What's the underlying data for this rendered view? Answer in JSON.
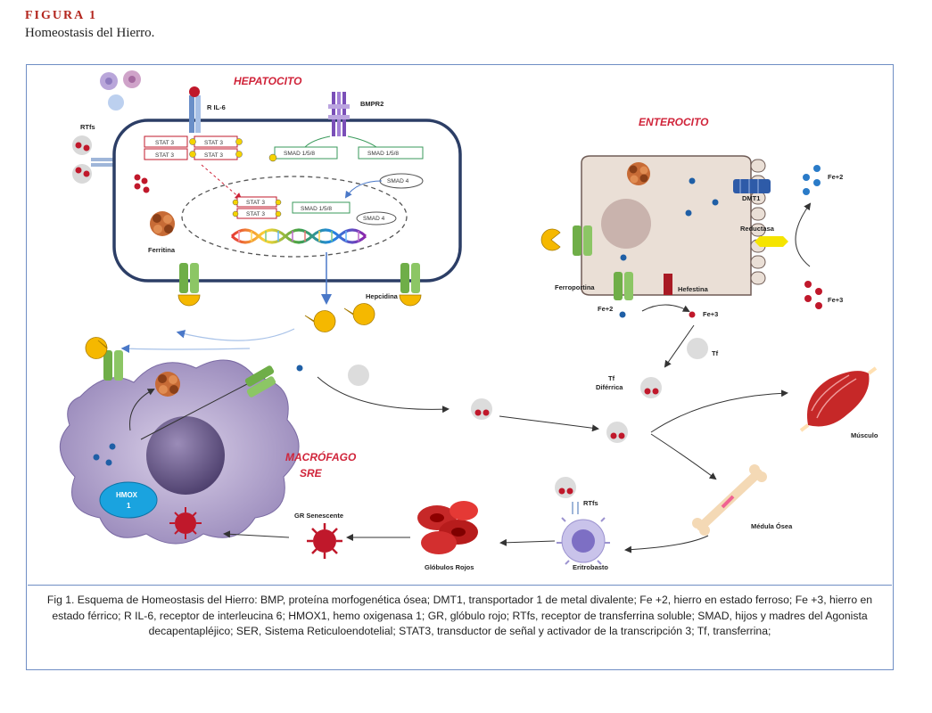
{
  "figure": {
    "label": "FIGURA 1",
    "subtitle": "Homeostasis del Hierro."
  },
  "diagram": {
    "cells": {
      "hepatocyte": "HEPATOCITO",
      "enterocyte": "ENTEROCITO",
      "macrophage_line1": "MACRÓFAGO",
      "macrophage_line2": "SRE"
    },
    "labels": {
      "ril6": "R IL-6",
      "bmpr2": "BMPR2",
      "rtfs_left": "RTfs",
      "stat3": "STAT 3",
      "smad158": "SMAD 1/5/8",
      "smad4": "SMAD 4",
      "ferritina": "Ferritina",
      "hepcidina": "Hepcidina",
      "dmt1": "DMT1",
      "fe2_right": "Fe+2",
      "reductasa": "Reductasa",
      "fe3_right": "Fe+3",
      "ferroportina": "Ferroportina",
      "hefestina": "Hefestina",
      "fe2_mid": "Fe+2",
      "fe3_mid": "Fe+3",
      "tf": "Tf",
      "tf_diferrica_1": "Tf",
      "tf_diferrica_2": "Diférrica",
      "musculo": "Músculo",
      "medula": "Médula Ósea",
      "rtfs_bottom": "RTfs",
      "eritroblasto": "Eritrobasto",
      "globulos": "Glóbulos Rojos",
      "gr_senescente": "GR Senescente",
      "hmox_1": "HMOX",
      "hmox_2": "1"
    }
  },
  "caption": "Fig 1. Esquema de Homeostasis del Hierro: BMP, proteína morfogenética ósea; DMT1, transportador 1 de metal divalente; Fe +2, hierro en estado ferroso; Fe +3, hierro en estado férrico; R IL-6, receptor de interleucina 6;  HMOX1, hemo oxigenasa 1; GR, glóbulo rojo; RTfs, receptor de transferrina soluble; SMAD, hijos y madres del Agonista decapentapléjico; SER, Sistema Reticuloendotelial; STAT3,  transductor de señal y activador de la transcripción 3; Tf, transferrina;"
}
